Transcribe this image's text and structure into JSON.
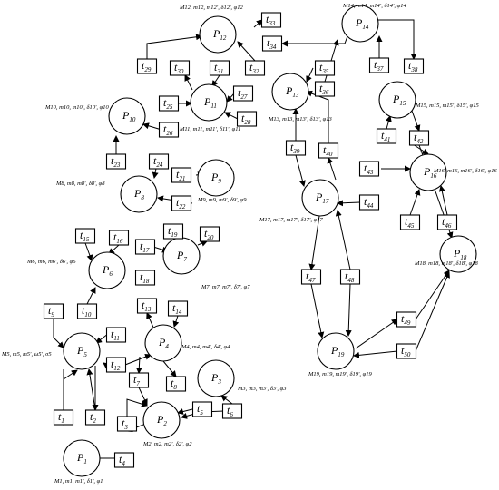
{
  "places": [
    {
      "id": "1",
      "mark": "M1, m1, m1', δ1', φ1"
    },
    {
      "id": "2",
      "mark": "M2, m2, m2', δ2', φ2"
    },
    {
      "id": "3",
      "mark": "M3, m3, m3', δ3', φ3"
    },
    {
      "id": "4",
      "mark": "M4, m4, m4', δ4', φ4"
    },
    {
      "id": "5",
      "mark": "M5, m5, m5', ω5', σ5"
    },
    {
      "id": "6",
      "mark": "M6, m6, m6', δ6', φ6"
    },
    {
      "id": "7",
      "mark": "M7, m7, m7', δ7', φ7"
    },
    {
      "id": "8",
      "mark": "M8, m8, m8', δ8', φ8"
    },
    {
      "id": "9",
      "mark": "M9, m9, m9', δ9', φ9"
    },
    {
      "id": "10",
      "mark": "M10, m10, m10', δ10', φ10"
    },
    {
      "id": "11",
      "mark": "M11, m11, m11', δ11', φ11"
    },
    {
      "id": "12",
      "mark": "M12, m12, m12', δ12', φ12"
    },
    {
      "id": "13",
      "mark": "M13, m13, m13', δ13', φ13"
    },
    {
      "id": "14",
      "mark": "M14, m14, m14', δ14', φ14"
    },
    {
      "id": "15",
      "mark": "M15, m15, m15', δ15', φ15"
    },
    {
      "id": "16",
      "mark": "M16, m16, m16', δ16', φ16"
    },
    {
      "id": "17",
      "mark": "M17, m17, m17', δ17', φ17"
    },
    {
      "id": "18",
      "mark": "M18, m18, m18', δ18', φ18"
    },
    {
      "id": "19",
      "mark": "M19, m19, m19', δ19', φ19"
    }
  ],
  "transitions": [
    "1",
    "2",
    "3",
    "4",
    "5",
    "6",
    "7",
    "8",
    "9",
    "10",
    "11",
    "12",
    "13",
    "14",
    "15",
    "16",
    "17",
    "18",
    "19",
    "20",
    "21",
    "22",
    "23",
    "24",
    "25",
    "26",
    "27",
    "28",
    "29",
    "30",
    "31",
    "32",
    "33",
    "34",
    "35",
    "36",
    "37",
    "38",
    "39",
    "40",
    "41",
    "42",
    "43",
    "44",
    "45",
    "46",
    "47",
    "48",
    "49",
    "50"
  ],
  "place_prefix": "P",
  "transition_prefix": "t"
}
